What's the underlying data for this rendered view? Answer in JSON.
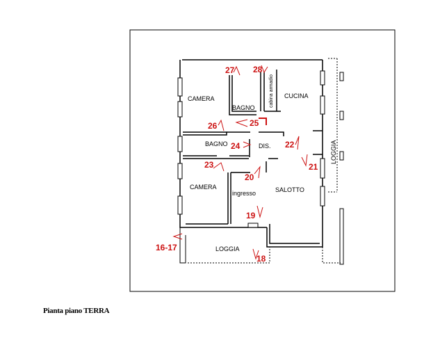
{
  "rooms": {
    "camera_top": "CAMERA",
    "bagno_top": "BAGNO",
    "cabina": "cabina armadio",
    "cucina": "CUCINA",
    "bagno_mid": "BAGNO",
    "dis": "DIS.",
    "camera_bottom": "CAMERA",
    "ingresso": "ingresso",
    "salotto": "SALOTTO",
    "loggia_right": "LOGGIA",
    "loggia_bottom": "LOGGIA"
  },
  "markers": [
    "27",
    "28",
    "26",
    "25",
    "24",
    "22",
    "23",
    "20",
    "21",
    "19",
    "16-17",
    "18"
  ],
  "caption": "Pianta piano TERRA",
  "colors": {
    "wall": "#000000",
    "marker": "#cc1111",
    "background": "#ffffff"
  }
}
